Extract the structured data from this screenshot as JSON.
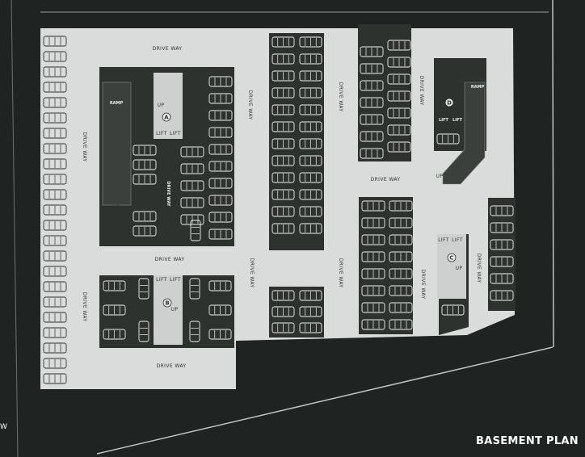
{
  "title": "BASEMENT PLAN",
  "edge_mark": "W",
  "driveway_label": "DRIVE WAY",
  "ramp_label": "RAMP",
  "up_label": "UP",
  "lift_label": "LIFT",
  "cores": [
    "A",
    "B",
    "C",
    "D"
  ],
  "colors": {
    "background": "#1f2422",
    "floor": "#d9dcda",
    "block": "#2d322f",
    "line": "#f2f2f2"
  }
}
